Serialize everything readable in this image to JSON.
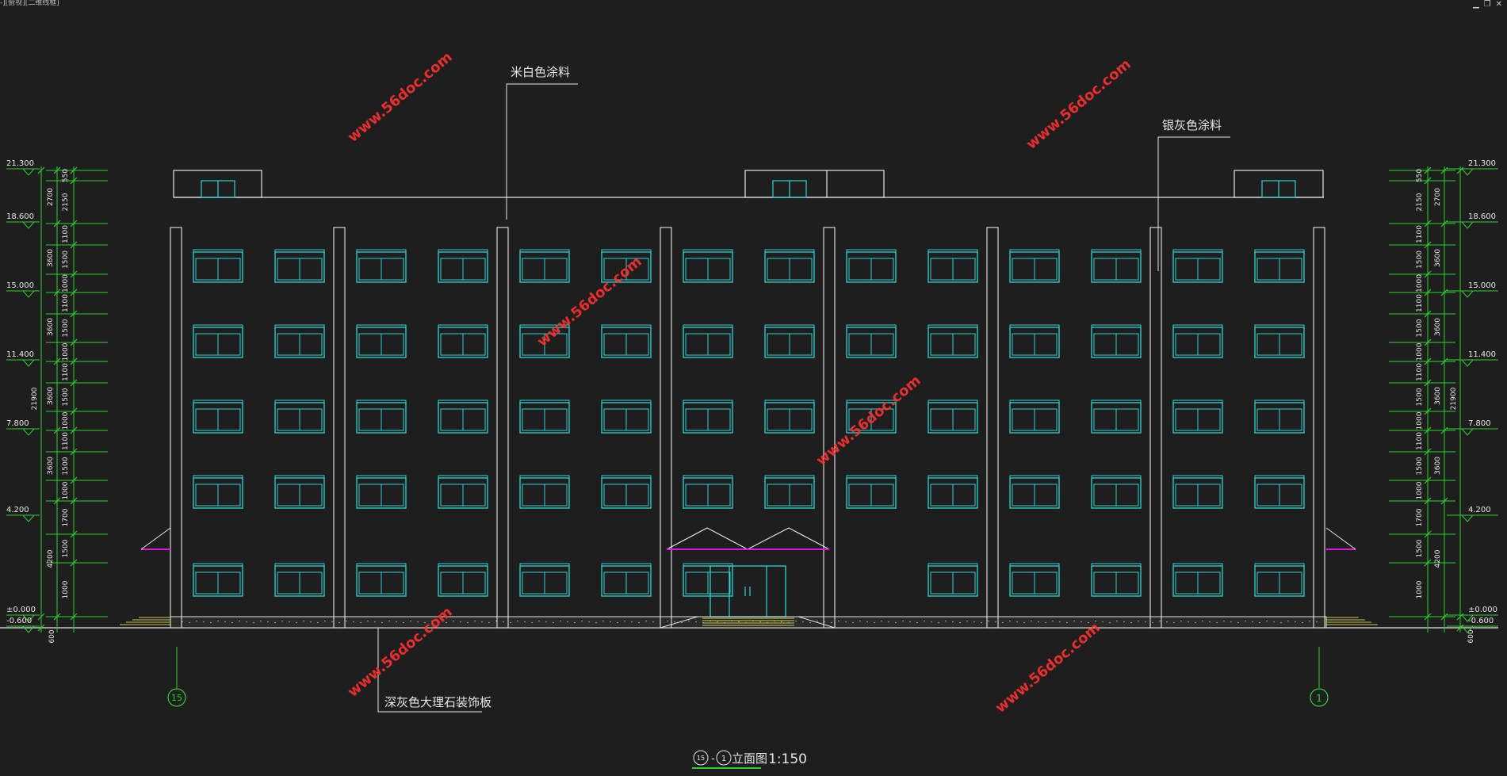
{
  "window": {
    "title": "-][俯视][二维线框]",
    "controls": [
      "▁",
      "❐",
      "✕"
    ]
  },
  "colors": {
    "background": "#1e1e1e",
    "line": "#e6e6e6",
    "window": "#2fd3d3",
    "dimension": "#2cd02c",
    "canopy": "#d91ad9",
    "steps": "#c8c850",
    "watermark": "#ff3030"
  },
  "callouts": {
    "top_left": "米白色涂料",
    "top_right": "银灰色涂料",
    "bottom": "深灰色大理石装饰板"
  },
  "watermark": "www.56doc.com",
  "axes": {
    "left": "15",
    "right": "1"
  },
  "drawing_title": {
    "ref_left": "15",
    "dash": "-",
    "ref_right": "1",
    "name": "立面图",
    "scale": "1:150"
  },
  "elevations": [
    "21.300",
    "18.600",
    "15.000",
    "11.400",
    "7.800",
    "4.200",
    "±0.000",
    "-0.600"
  ],
  "dims_left_inner": [
    "550",
    "2150",
    "1100",
    "1500",
    "1000",
    "1100",
    "1500",
    "1000",
    "1100",
    "1500",
    "1000",
    "1100",
    "1500",
    "1000",
    "1700",
    "1500",
    "1000"
  ],
  "dims_left_mid": [
    "2700",
    "3600",
    "3600",
    "3600",
    "3600",
    "4200"
  ],
  "dims_right_inner": [
    "550",
    "2150",
    "1100",
    "1500",
    "1000",
    "1100",
    "1500",
    "1000",
    "1100",
    "1500",
    "1000",
    "1100",
    "1500",
    "1000",
    "1700",
    "1500",
    "1000"
  ],
  "dims_right_mid": [
    "2700",
    "3600",
    "3600",
    "3600",
    "3600",
    "4200"
  ],
  "dim_total": "21900",
  "dim_base": "600"
}
